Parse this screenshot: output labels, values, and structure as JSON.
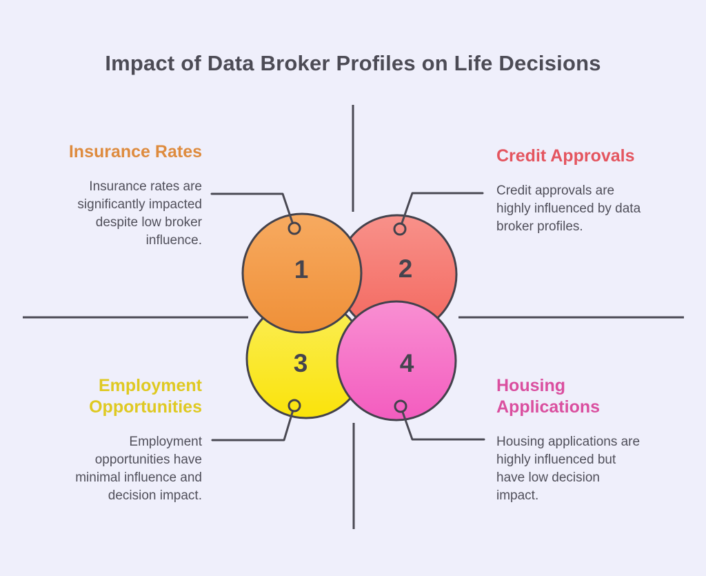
{
  "title": "Impact of Data Broker Profiles on Life Decisions",
  "colors": {
    "background": "#EFEFFB",
    "stroke_dark": "#43424C",
    "title_text": "#4C4B55",
    "body_text": "#504F5A",
    "number_text": "#45444E",
    "circle1_top": "#F7AA60",
    "circle1_bottom": "#EF9038",
    "circle2_top": "#F8918A",
    "circle2_bottom": "#F3675E",
    "circle3_top": "#FBEE59",
    "circle3_bottom": "#FAE30A",
    "circle4_top": "#F98FD2",
    "circle4_bottom": "#F35CBF"
  },
  "items": [
    {
      "number": "1",
      "heading": "Insurance Rates",
      "heading_color": "#DE8B3E",
      "body": "Insurance rates are significantly impacted despite low broker influence."
    },
    {
      "number": "2",
      "heading": "Credit Approvals",
      "heading_color": "#E4555F",
      "body": "Credit approvals are highly influenced by data broker profiles."
    },
    {
      "number": "3",
      "heading": "Employment Opportunities",
      "heading_color": "#DFC922",
      "body": "Employment opportunities have minimal influence and decision impact."
    },
    {
      "number": "4",
      "heading": "Housing Applications",
      "heading_color": "#DA4F9F",
      "body": "Housing applications are highly influenced but have low decision impact."
    }
  ]
}
